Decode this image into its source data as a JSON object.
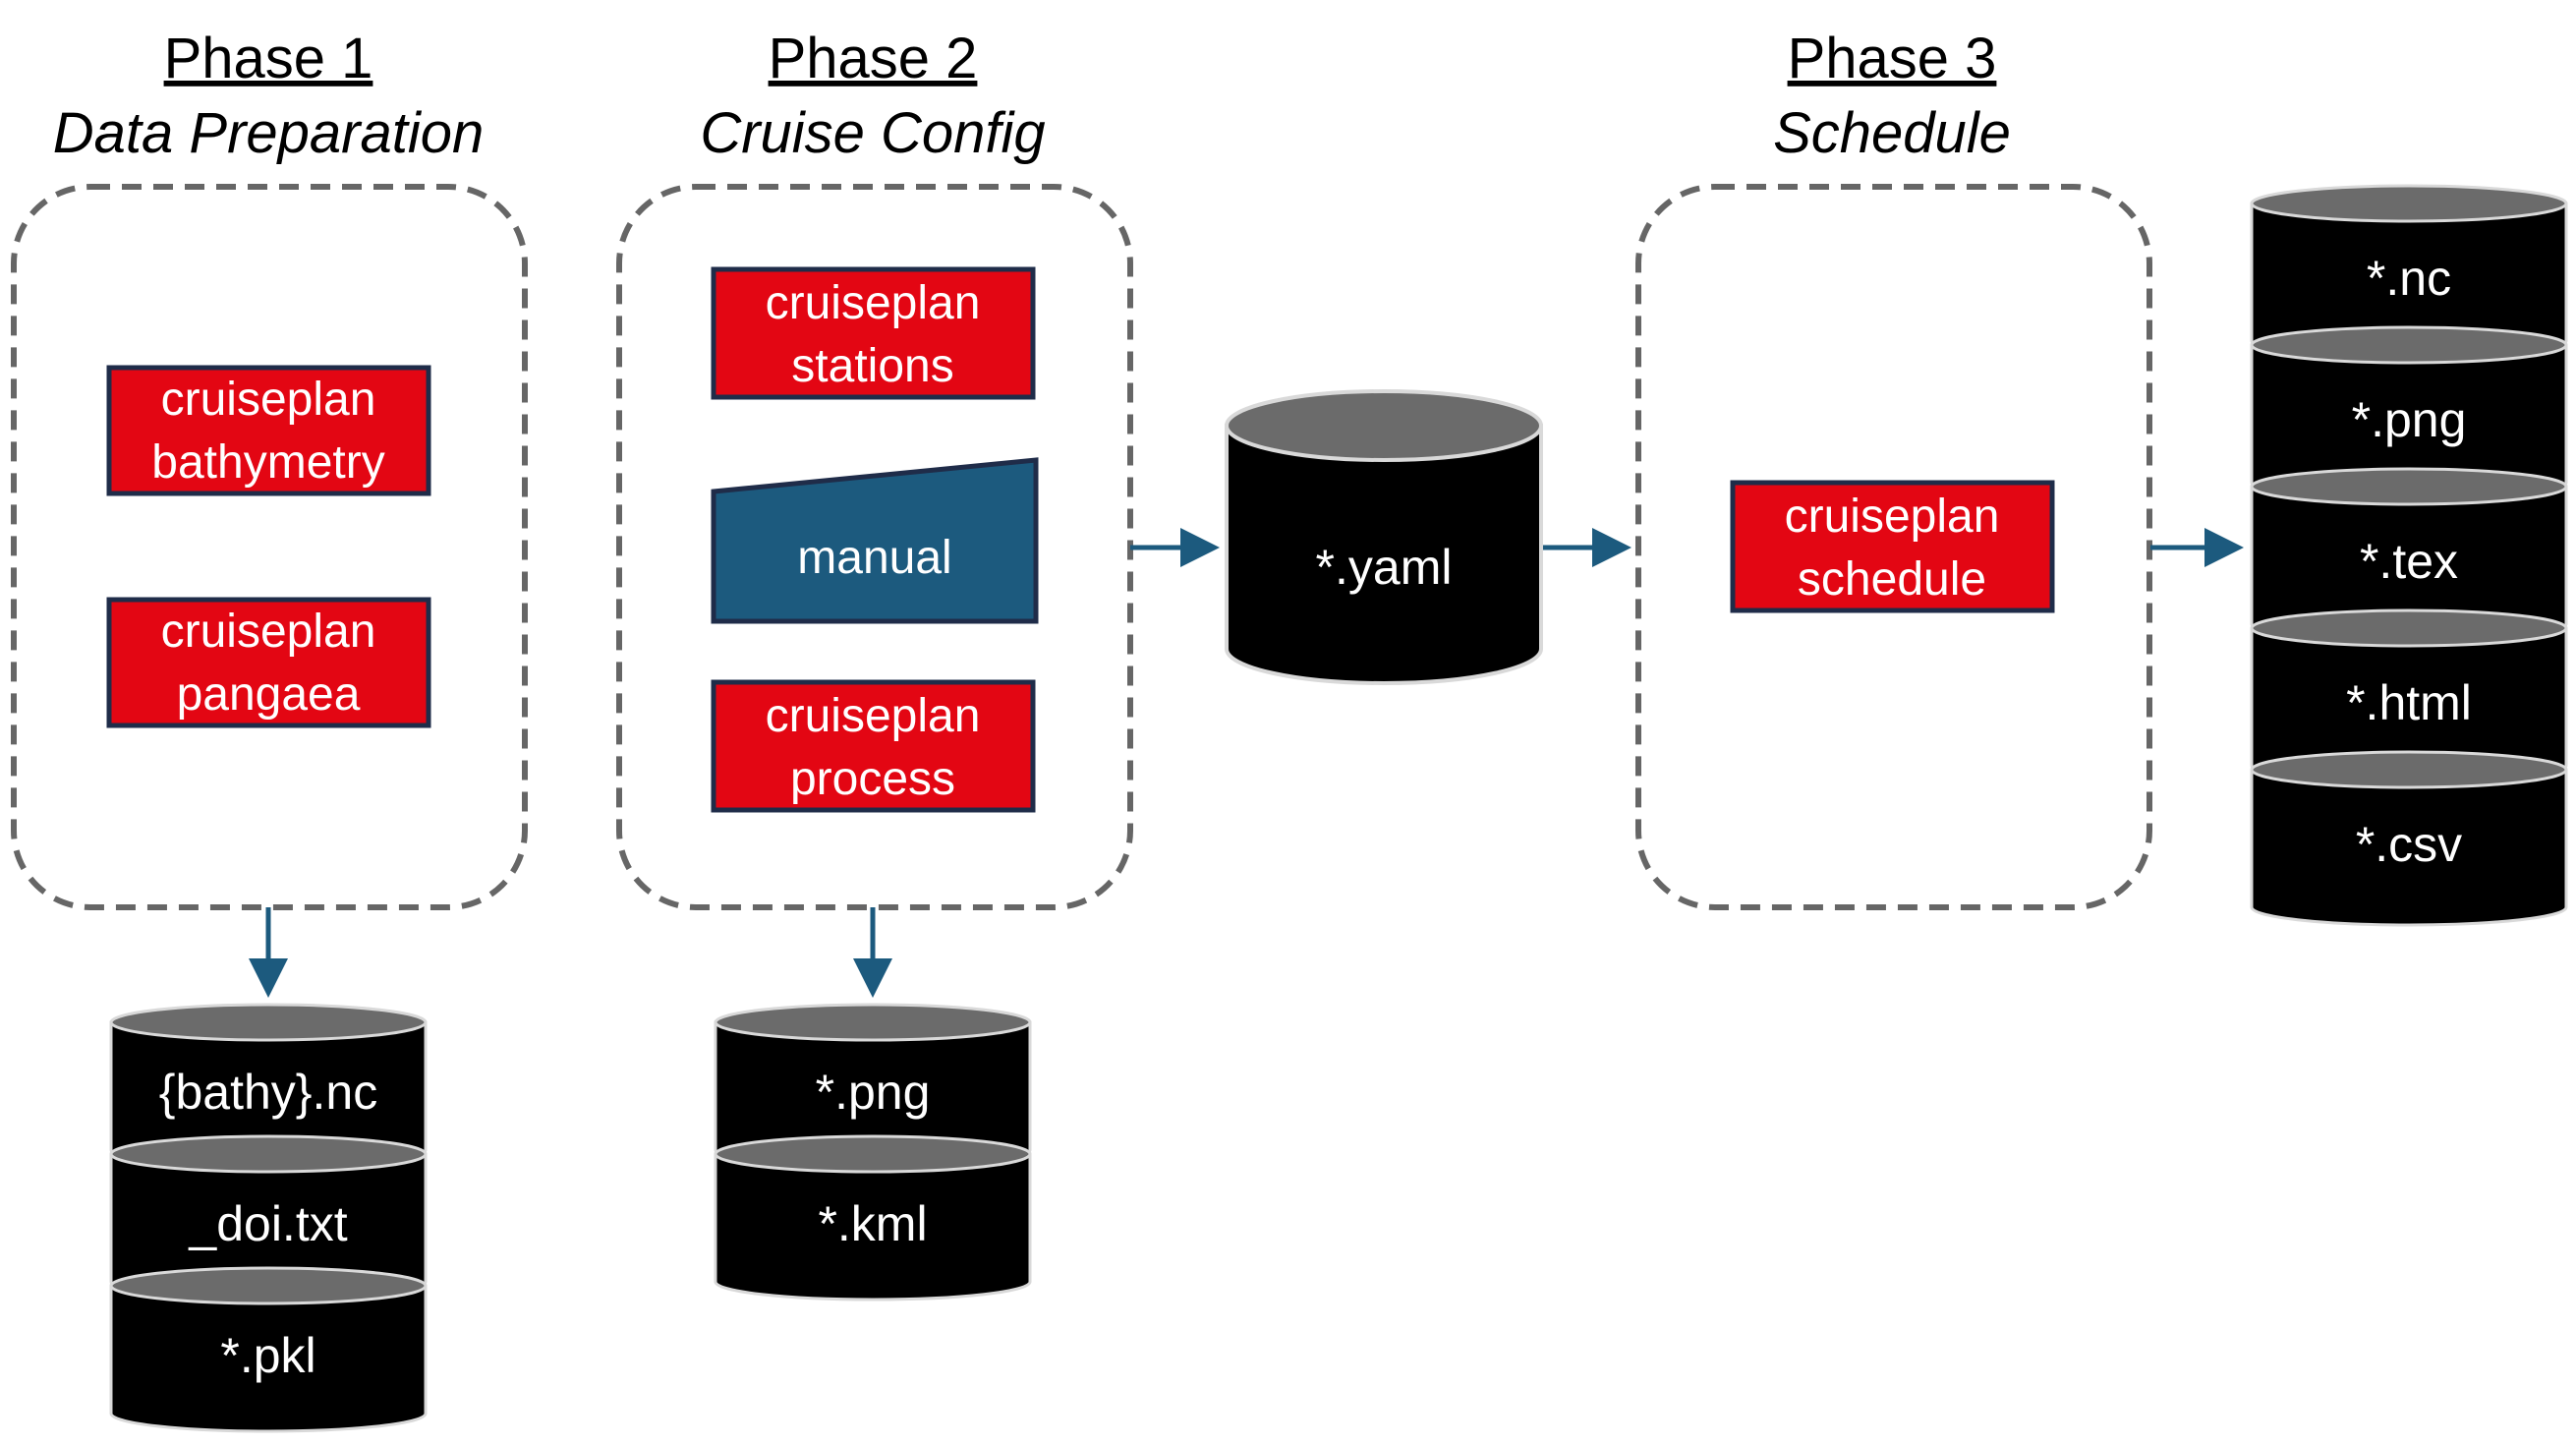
{
  "colors": {
    "command_fill": "#e30613",
    "command_border": "#1f2c49",
    "manual_fill": "#1c5a7e",
    "arrow": "#1c5a7e",
    "dashed_border": "#666666",
    "db_body": "#000000",
    "db_top": "#6b6b6b"
  },
  "phases": [
    {
      "title": "Phase 1",
      "subtitle": "Data Preparation"
    },
    {
      "title": "Phase 2",
      "subtitle": "Cruise Config"
    },
    {
      "title": "Phase 3",
      "subtitle": "Schedule"
    }
  ],
  "commands": {
    "bathymetry": [
      "cruiseplan",
      "bathymetry"
    ],
    "pangaea": [
      "cruiseplan",
      "pangaea"
    ],
    "stations": [
      "cruiseplan",
      "stations"
    ],
    "manual": "manual",
    "process": [
      "cruiseplan",
      "process"
    ],
    "schedule": [
      "cruiseplan",
      "schedule"
    ]
  },
  "central_file": "*.yaml",
  "phase1_outputs": [
    "{bathy}.nc",
    "_doi.txt",
    "*.pkl"
  ],
  "phase2_outputs": [
    "*.png",
    "*.kml"
  ],
  "phase3_outputs": [
    "*.nc",
    "*.png",
    "*.tex",
    "*.html",
    "*.csv"
  ]
}
